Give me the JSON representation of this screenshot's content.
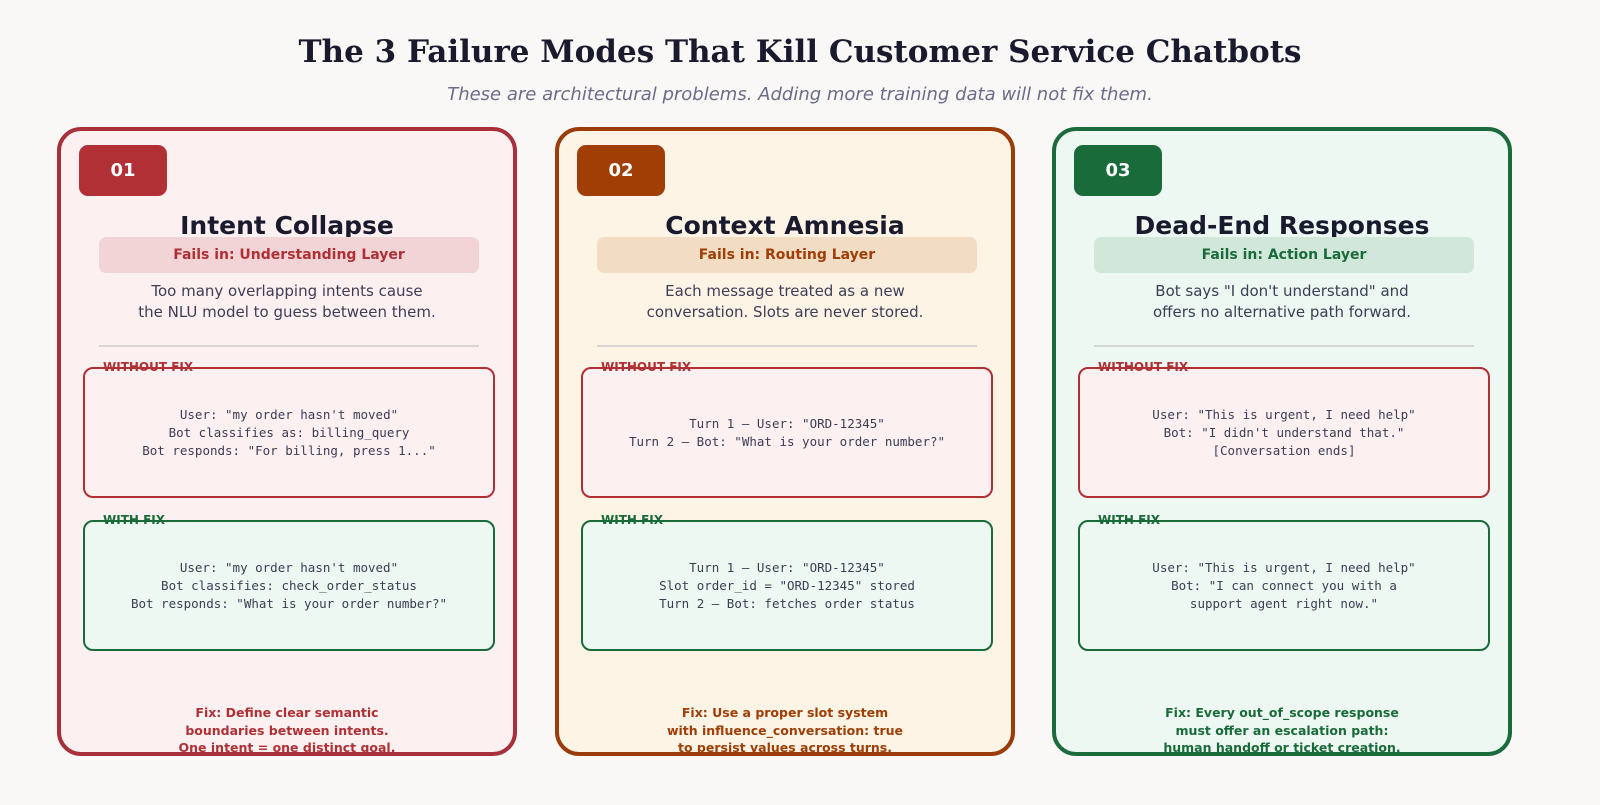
{
  "header": {
    "title": "The 3 Failure Modes That Kill Customer Service Chatbots",
    "subtitle": "These are architectural problems. Adding more training data will not fix them."
  },
  "labels": {
    "without_fix": "WITHOUT FIX",
    "with_fix": "WITH FIX"
  },
  "colors": {
    "without_border": "#b03035",
    "with_border": "#1a6b3a"
  },
  "cards": [
    {
      "number": "01",
      "title": "Intent Collapse",
      "layer": "Fails in: Understanding Layer",
      "description": "Too many overlapping intents cause\nthe NLU model to guess between them.",
      "without_example": "User: \"my order hasn't moved\"\nBot classifies as: billing_query\nBot responds: \"For billing, press 1...\"",
      "with_example": "User: \"my order hasn't moved\"\nBot classifies: check_order_status\nBot responds: \"What is your order number?\"",
      "fix": "Fix: Define clear semantic\nboundaries between intents.\nOne intent = one distinct goal.",
      "accent": "#a8303a",
      "badge_color": "#b03035",
      "background": "#fdf0f1",
      "pill_bg": "#f2d3d6",
      "pill_text": "#b03035"
    },
    {
      "number": "02",
      "title": "Context Amnesia",
      "layer": "Fails in: Routing Layer",
      "description": "Each message treated as a new\nconversation. Slots are never stored.",
      "without_example": "Turn 1 — User: \"ORD-12345\"\nTurn 2 — Bot: \"What is your order number?\"",
      "with_example": "Turn 1 — User: \"ORD-12345\"\nSlot order_id = \"ORD-12345\" stored\nTurn 2 — Bot: fetches order status",
      "fix": "Fix: Use a proper slot system\nwith influence_conversation: true\nto persist values across turns.",
      "accent": "#9a3d0a",
      "badge_color": "#a03e05",
      "background": "#fdf4e6",
      "pill_bg": "#f2dcc4",
      "pill_text": "#a03e05"
    },
    {
      "number": "03",
      "title": "Dead-End Responses",
      "layer": "Fails in: Action Layer",
      "description": "Bot says \"I don't understand\" and\noffers no alternative path forward.",
      "without_example": "User: \"This is urgent, I need help\"\nBot: \"I didn't understand that.\"\n[Conversation ends]",
      "with_example": "User: \"This is urgent, I need help\"\nBot: \"I can connect you with a\nsupport agent right now.\"",
      "fix": "Fix: Every out_of_scope response\nmust offer an escalation path:\nhuman handoff or ticket creation.",
      "accent": "#1d6b3c",
      "badge_color": "#1a6b3a",
      "background": "#ecf8f1",
      "pill_bg": "#d0e7d9",
      "pill_text": "#1a6b3a"
    }
  ]
}
